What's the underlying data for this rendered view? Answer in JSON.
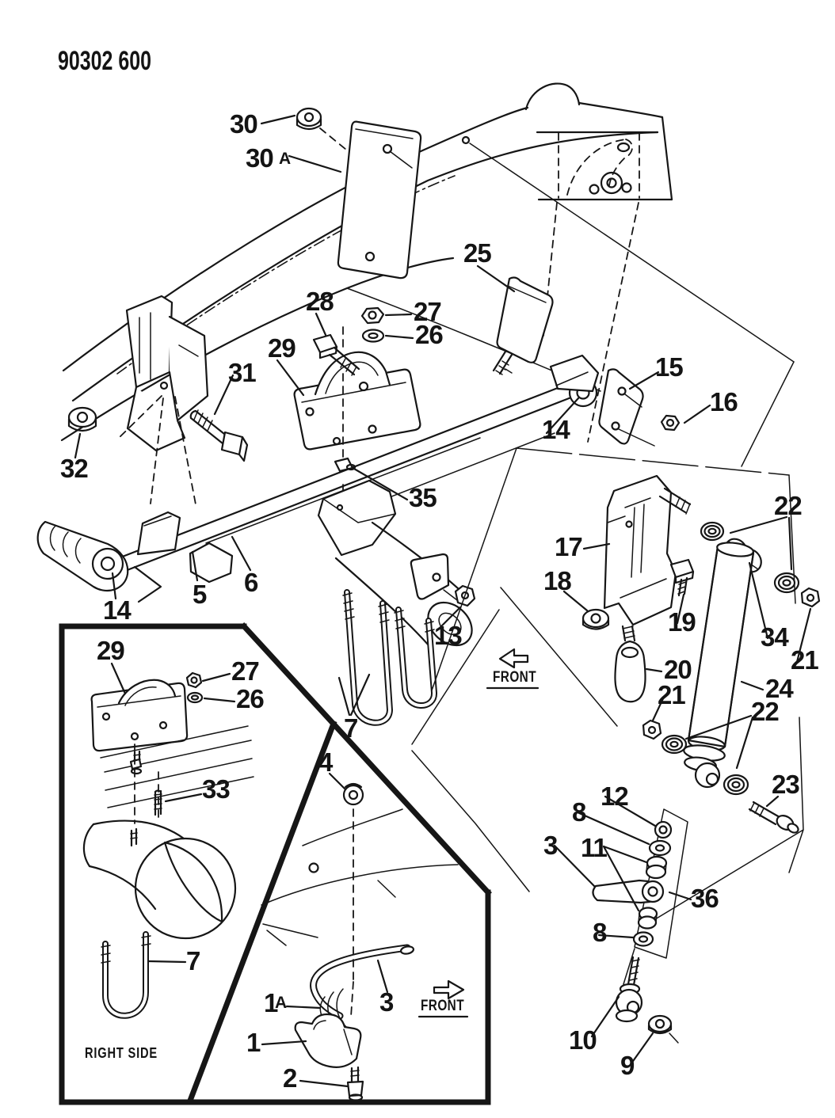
{
  "drawing_number": "90302 600",
  "colors": {
    "ink": "#161616",
    "paper": "#ffffff"
  },
  "views": {
    "inset_caption": "RIGHT SIDE",
    "front_label_center": "FRONT",
    "front_label_bottom": "FRONT"
  },
  "callouts": [
    {
      "id": "30",
      "label": "30"
    },
    {
      "id": "30A",
      "label": "30",
      "suffix": "A"
    },
    {
      "id": "25",
      "label": "25"
    },
    {
      "id": "28",
      "label": "28"
    },
    {
      "id": "27-main",
      "label": "27"
    },
    {
      "id": "26-main",
      "label": "26"
    },
    {
      "id": "29-main",
      "label": "29"
    },
    {
      "id": "31",
      "label": "31"
    },
    {
      "id": "15",
      "label": "15"
    },
    {
      "id": "16",
      "label": "16"
    },
    {
      "id": "14-right",
      "label": "14"
    },
    {
      "id": "32",
      "label": "32"
    },
    {
      "id": "22-upper",
      "label": "22"
    },
    {
      "id": "17",
      "label": "17"
    },
    {
      "id": "35",
      "label": "35"
    },
    {
      "id": "18",
      "label": "18"
    },
    {
      "id": "19",
      "label": "19"
    },
    {
      "id": "34",
      "label": "34"
    },
    {
      "id": "21-right",
      "label": "21"
    },
    {
      "id": "13",
      "label": "13"
    },
    {
      "id": "6",
      "label": "6"
    },
    {
      "id": "5",
      "label": "5"
    },
    {
      "id": "14-left",
      "label": "14"
    },
    {
      "id": "20",
      "label": "20"
    },
    {
      "id": "24",
      "label": "24"
    },
    {
      "id": "21-mid",
      "label": "21"
    },
    {
      "id": "22-lower",
      "label": "22"
    },
    {
      "id": "29-inset",
      "label": "29"
    },
    {
      "id": "27-inset",
      "label": "27"
    },
    {
      "id": "26-inset",
      "label": "26"
    },
    {
      "id": "33",
      "label": "33"
    },
    {
      "id": "7-main",
      "label": "7"
    },
    {
      "id": "4",
      "label": "4"
    },
    {
      "id": "12",
      "label": "12"
    },
    {
      "id": "8-upper",
      "label": "8"
    },
    {
      "id": "3-link",
      "label": "3"
    },
    {
      "id": "11",
      "label": "11"
    },
    {
      "id": "36",
      "label": "36"
    },
    {
      "id": "8-lower",
      "label": "8"
    },
    {
      "id": "23",
      "label": "23"
    },
    {
      "id": "7-inset",
      "label": "7"
    },
    {
      "id": "1A",
      "label": "1",
      "suffix": "A"
    },
    {
      "id": "1",
      "label": "1"
    },
    {
      "id": "2",
      "label": "2"
    },
    {
      "id": "3-bar",
      "label": "3"
    },
    {
      "id": "10",
      "label": "10"
    },
    {
      "id": "9",
      "label": "9"
    }
  ]
}
